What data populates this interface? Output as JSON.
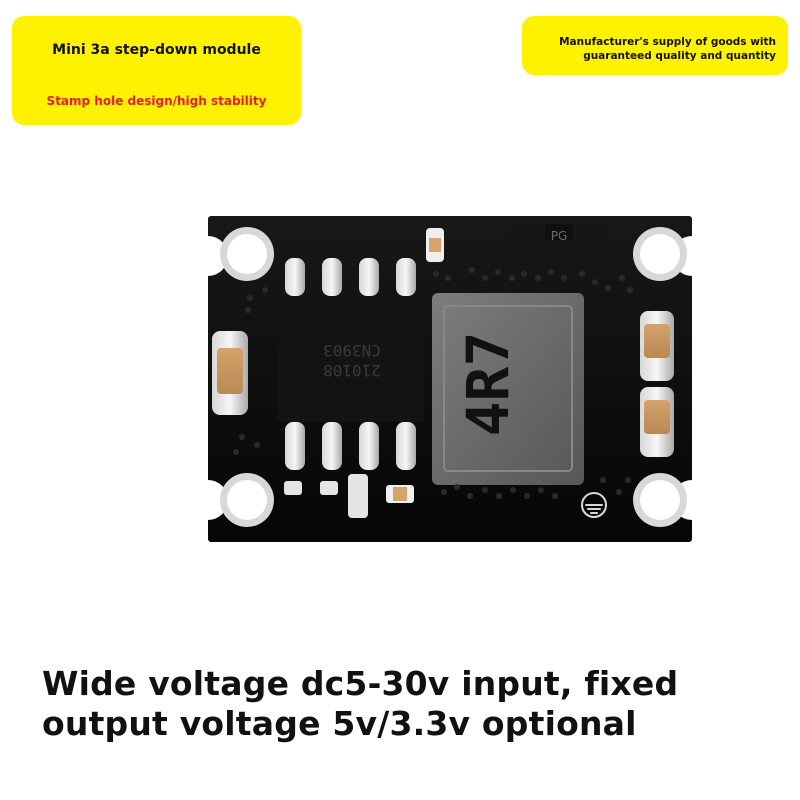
{
  "top_left_badge": {
    "title": "Mini 3a step-down module",
    "subtitle": "Stamp hole design/high stability"
  },
  "top_right_badge": {
    "line1": "Manufacturer's supply of goods with",
    "line2": "guaranteed quality and quantity"
  },
  "hero": {
    "chip_mark_1": "CN3903",
    "chip_mark_2": "210108",
    "inductor_mark": "4R7",
    "silk_mark": "PG"
  },
  "headline": {
    "line1": "Wide voltage dc5-30v input, fixed",
    "line2": "output voltage 5v/3.3v optional"
  },
  "colors": {
    "badge_yellow": "#fef200",
    "subtitle_red": "#e41e26",
    "pcb_black": "#0d0d0d",
    "inductor_gray": "#6f6f6f"
  }
}
